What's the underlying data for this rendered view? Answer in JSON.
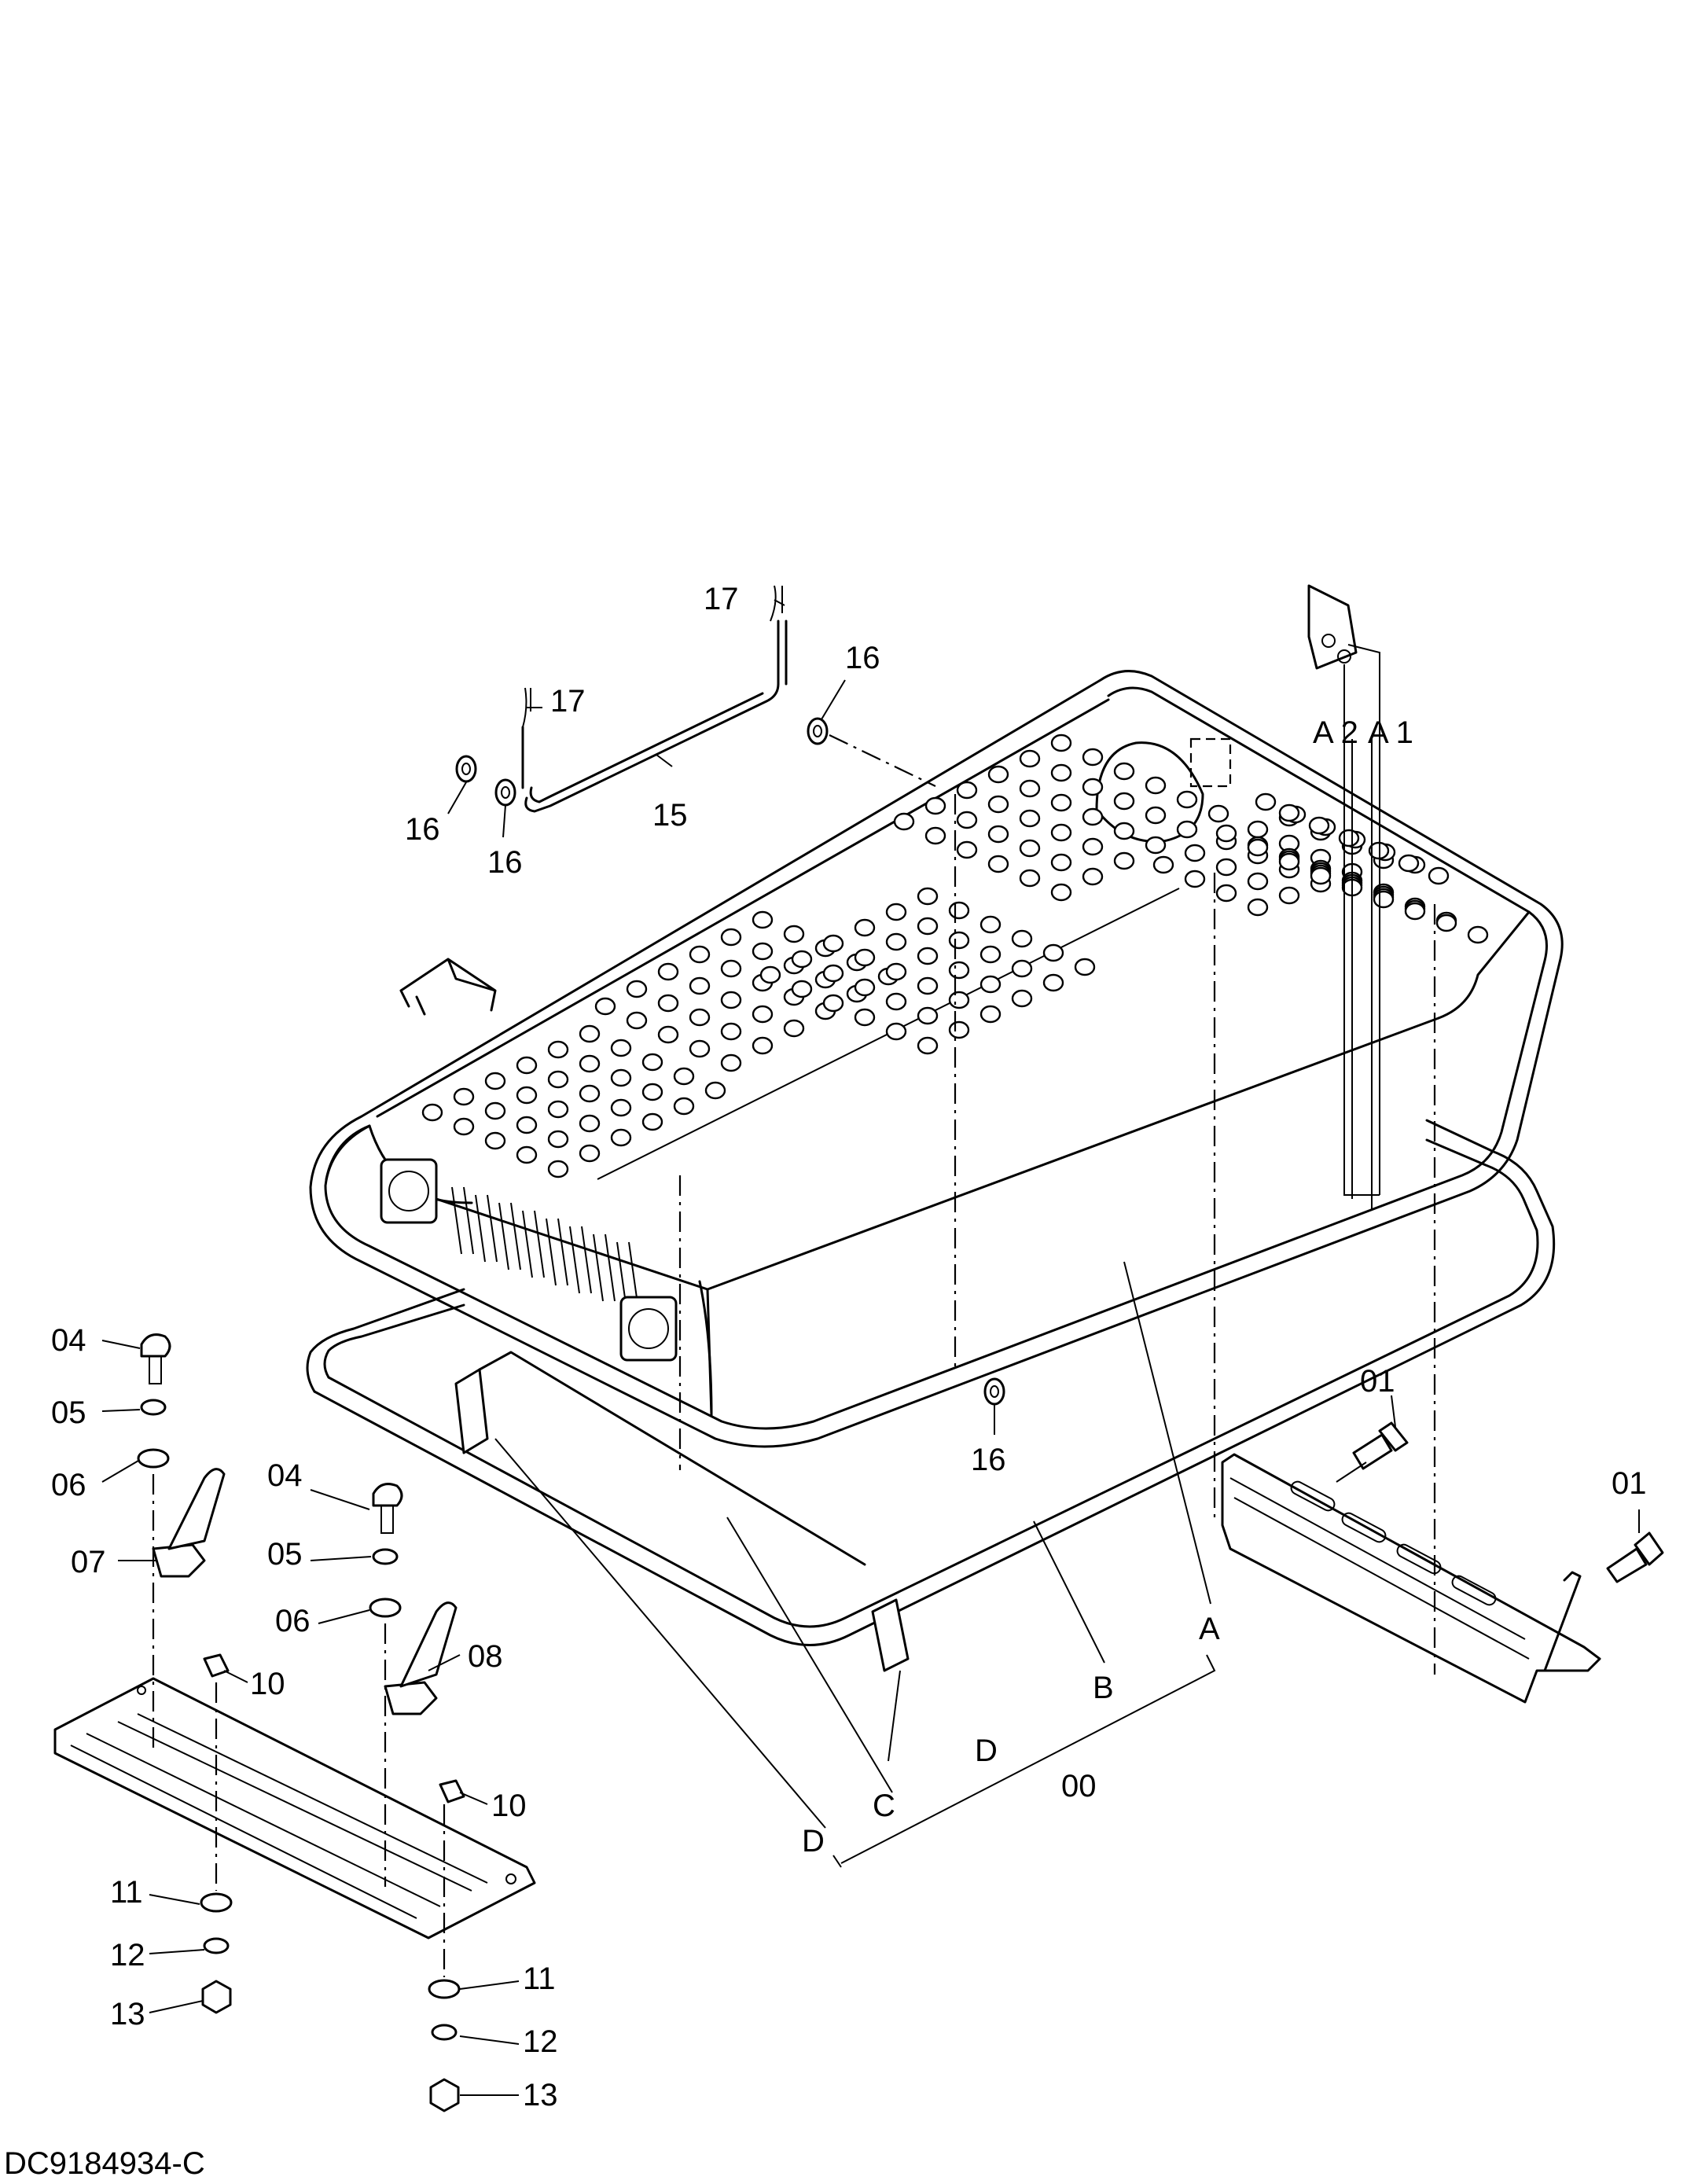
{
  "drawing": {
    "document_id": "DC9184934-C"
  },
  "callouts": {
    "c01a": "01",
    "c01b": "01",
    "c04a": "04",
    "c04b": "04",
    "c05a": "05",
    "c05b": "05",
    "c06a": "06",
    "c06b": "06",
    "c07": "07",
    "c08": "08",
    "c10a": "10",
    "c10b": "10",
    "c11a": "11",
    "c11b": "11",
    "c12a": "12",
    "c12b": "12",
    "c13a": "13",
    "c13b": "13",
    "c15": "15",
    "c16a": "16",
    "c16b": "16",
    "c16c": "16",
    "c16d": "16",
    "c17a": "17",
    "c17b": "17",
    "c00": "00",
    "a2": "A 2",
    "a1": "A 1",
    "A": "A",
    "B": "B",
    "C": "C",
    "D1": "D",
    "D2": "D"
  },
  "icons": [
    "hood-cover-part",
    "seal-frame-part",
    "latch-part",
    "bracket-part",
    "bolt-part",
    "washer-part",
    "nut-part"
  ]
}
